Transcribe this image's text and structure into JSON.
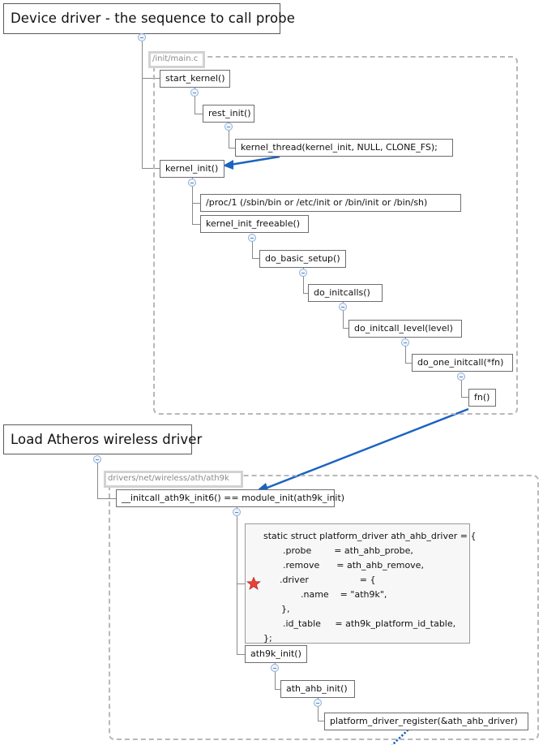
{
  "titles": {
    "device_driver": "Device driver - the sequence to call probe",
    "load_atheros": "Load Atheros wireless driver"
  },
  "labels": {
    "init_main": "/init/main.c",
    "drivers_path": "drivers/net/wireless/ath/ath9k"
  },
  "nodes": {
    "start_kernel": "start_kernel()",
    "rest_init": "rest_init()",
    "kernel_thread": "kernel_thread(kernel_init, NULL, CLONE_FS);",
    "kernel_init": "kernel_init()",
    "proc1": "/proc/1 (/sbin/bin or /etc/init or /bin/init or /bin/sh)",
    "kernel_init_freeable": "kernel_init_freeable()",
    "do_basic_setup": "do_basic_setup()",
    "do_initcalls": "do_initcalls()",
    "do_initcall_level": "do_initcall_level(level)",
    "do_one_initcall": "do_one_initcall(*fn)",
    "fn": "fn()",
    "initcall_ath9k": "__initcall_ath9k_init6() == module_init(ath9k_init)",
    "ath9k_init": "ath9k_init()",
    "ath_ahb_init": "ath_ahb_init()",
    "platform_driver_register": "platform_driver_register(&ath_ahb_driver)"
  },
  "code": [
    "static struct platform_driver ath_ahb_driver = {",
    ".probe        = ath_ahb_probe,",
    ".remove      = ath_ahb_remove,",
    ".driver                  = {",
    ".name    = \"ath9k\",",
    "},",
    ".id_table     = ath9k_platform_id_table,",
    "};"
  ],
  "colors": {
    "arrow": "#1c63c2",
    "connector": "#8a8a8a",
    "frame": "#b8b8b8",
    "star": "#e8413a"
  },
  "icons": {
    "collapse": "collapse-minus-icon",
    "priority": "star-icon"
  }
}
